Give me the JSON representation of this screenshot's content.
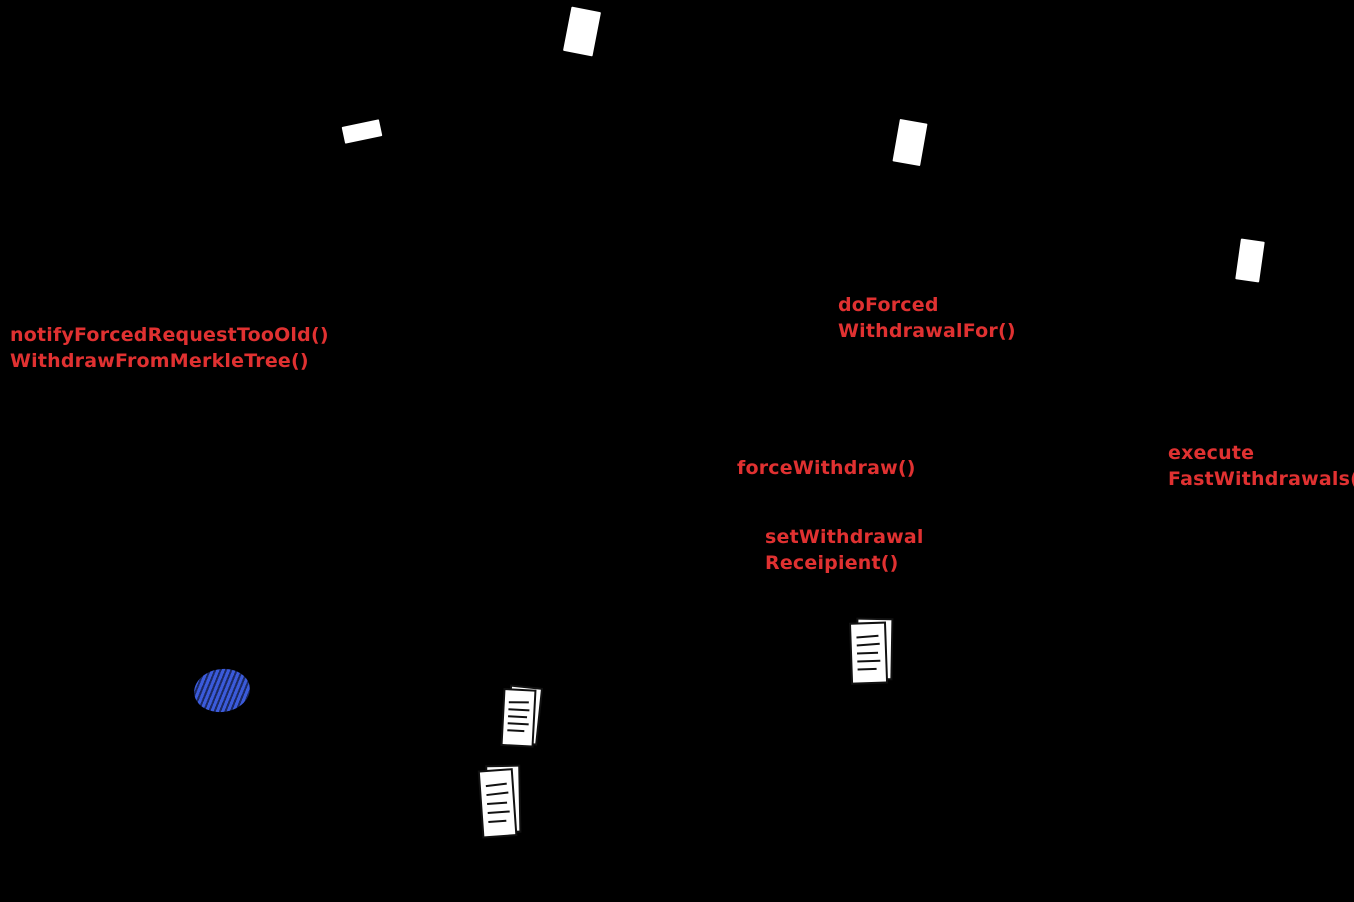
{
  "canvas": {
    "background_color": "#000000"
  },
  "colors": {
    "label_red": "#e03131",
    "paper_white": "#ffffff",
    "ellipse_blue": "#3b5bdb",
    "doc_line_dark": "#111111"
  },
  "labels": [
    {
      "id": "notify-forced-request-too-old",
      "text": "notifyForcedRequestTooOld()\nWithdrawFromMerkleTree()"
    },
    {
      "id": "do-forced-withdrawal-for",
      "text": "doForced\nWithdrawalFor()"
    },
    {
      "id": "force-withdraw",
      "text": "forceWithdraw()"
    },
    {
      "id": "set-withdrawal-receipient",
      "text": "setWithdrawal\nReceipient()"
    },
    {
      "id": "execute-fast-withdrawals",
      "text": "execute\nFastWithdrawals()"
    }
  ],
  "icons": [
    {
      "name": "paper-sheet-icon-top"
    },
    {
      "name": "paper-sheet-icon-left"
    },
    {
      "name": "paper-sheet-icon-middle"
    },
    {
      "name": "paper-sheet-icon-right"
    },
    {
      "name": "lined-document-icon-right"
    },
    {
      "name": "lined-document-icon-center"
    },
    {
      "name": "lined-document-icon-bottom"
    },
    {
      "name": "blue-scribble-ellipse-icon"
    }
  ]
}
